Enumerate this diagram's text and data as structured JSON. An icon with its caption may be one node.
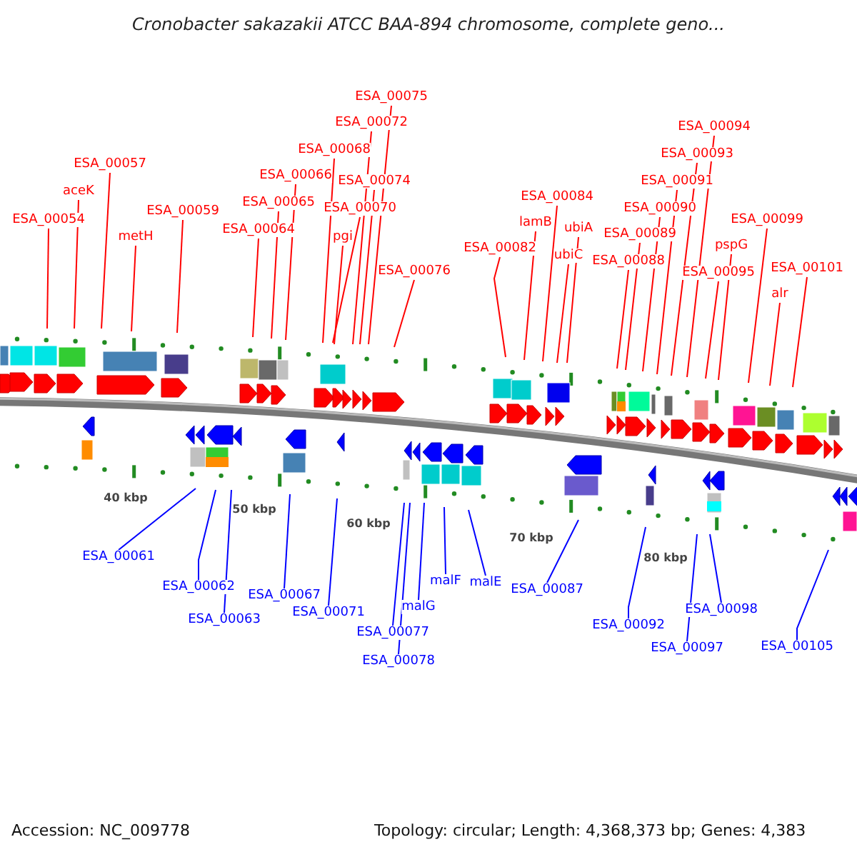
{
  "diagram": {
    "title": "Cronobacter sakazakii ATCC BAA-894 chromosome, complete geno...",
    "nodes": [
      {
        "text": [
          "ESA_00054"
        ]
      },
      {
        "text": [
          "aceK"
        ]
      },
      {
        "text": [
          "ESA_00057"
        ]
      },
      {
        "text": [
          "metH"
        ]
      },
      {
        "text": [
          "ESA_00059"
        ]
      },
      {
        "text": [
          "ESA_00064"
        ]
      },
      {
        "text": [
          "ESA_00065"
        ]
      },
      {
        "text": [
          "ESA_00066"
        ]
      },
      {
        "text": [
          "ESA_00068"
        ]
      },
      {
        "text": [
          "ESA_00070"
        ]
      },
      {
        "text": [
          "pgi"
        ]
      },
      {
        "text": [
          "ESA_00072"
        ]
      },
      {
        "text": [
          "ESA_00074"
        ]
      },
      {
        "text": [
          "ESA_00075"
        ]
      },
      {
        "text": [
          "ESA_00076"
        ]
      },
      {
        "text": [
          "ESA_00082"
        ]
      },
      {
        "text": [
          "lamB"
        ]
      },
      {
        "text": [
          "ESA_00084"
        ]
      },
      {
        "text": [
          "ubiC"
        ]
      },
      {
        "text": [
          "ubiA"
        ]
      },
      {
        "text": [
          "ESA_00088"
        ]
      },
      {
        "text": [
          "ESA_00089"
        ]
      },
      {
        "text": [
          "ESA_00090"
        ]
      },
      {
        "text": [
          "ESA_00091"
        ]
      },
      {
        "text": [
          "ESA_00093"
        ]
      },
      {
        "text": [
          "ESA_00094"
        ]
      },
      {
        "text": [
          "ESA_00095"
        ]
      },
      {
        "text": [
          "pspG"
        ]
      },
      {
        "text": [
          "ESA_00099"
        ]
      },
      {
        "text": [
          "alr"
        ]
      },
      {
        "text": [
          "ESA_00101"
        ]
      },
      {
        "text": [
          "ESA_00061"
        ]
      },
      {
        "text": [
          "ESA_00062"
        ]
      },
      {
        "text": [
          "ESA_00063"
        ]
      },
      {
        "text": [
          "ESA_00067"
        ]
      },
      {
        "text": [
          "ESA_00071"
        ]
      },
      {
        "text": [
          "ESA_00077"
        ]
      },
      {
        "text": [
          "ESA_00078"
        ]
      },
      {
        "text": [
          "malG"
        ]
      },
      {
        "text": [
          "malF"
        ]
      },
      {
        "text": [
          "malE"
        ]
      },
      {
        "text": [
          "ESA_00087"
        ]
      },
      {
        "text": [
          "ESA_00092"
        ]
      },
      {
        "text": [
          "ESA_00097"
        ]
      },
      {
        "text": [
          "ESA_00098"
        ]
      },
      {
        "text": [
          "ESA_00105"
        ]
      }
    ],
    "edges": [
      {
        "from": 0,
        "to": null,
        "arrow": "none"
      },
      {
        "from": 1,
        "to": null,
        "arrow": "none"
      },
      {
        "from": 2,
        "to": null,
        "arrow": "none"
      },
      {
        "from": 3,
        "to": null,
        "arrow": "none"
      },
      {
        "from": 4,
        "to": null,
        "arrow": "none"
      },
      {
        "from": 5,
        "to": null,
        "arrow": "none"
      },
      {
        "from": 6,
        "to": null,
        "arrow": "none"
      },
      {
        "from": 7,
        "to": null,
        "arrow": "none"
      },
      {
        "from": 8,
        "to": null,
        "arrow": "none"
      },
      {
        "from": 9,
        "to": null,
        "arrow": "none"
      },
      {
        "from": 10,
        "to": null,
        "arrow": "none"
      },
      {
        "from": 11,
        "to": null,
        "arrow": "none"
      },
      {
        "from": 12,
        "to": null,
        "arrow": "none"
      },
      {
        "from": 13,
        "to": null,
        "arrow": "none"
      },
      {
        "from": 14,
        "to": null,
        "arrow": "none"
      },
      {
        "from": 15,
        "to": null,
        "arrow": "none"
      },
      {
        "from": 16,
        "to": null,
        "arrow": "none"
      },
      {
        "from": 17,
        "to": null,
        "arrow": "none"
      },
      {
        "from": 18,
        "to": null,
        "arrow": "none"
      },
      {
        "from": 19,
        "to": null,
        "arrow": "none"
      },
      {
        "from": 20,
        "to": null,
        "arrow": "none"
      },
      {
        "from": 21,
        "to": null,
        "arrow": "none"
      },
      {
        "from": 22,
        "to": null,
        "arrow": "none"
      },
      {
        "from": 23,
        "to": null,
        "arrow": "none"
      },
      {
        "from": 24,
        "to": null,
        "arrow": "none"
      },
      {
        "from": 25,
        "to": null,
        "arrow": "none"
      },
      {
        "from": 26,
        "to": null,
        "arrow": "none"
      },
      {
        "from": 27,
        "to": null,
        "arrow": "none"
      },
      {
        "from": 28,
        "to": null,
        "arrow": "none"
      },
      {
        "from": 29,
        "to": null,
        "arrow": "none"
      },
      {
        "from": 30,
        "to": null,
        "arrow": "none"
      },
      {
        "from": 31,
        "to": null,
        "arrow": "none",
        "color": "#0000ff"
      },
      {
        "from": 32,
        "to": null,
        "arrow": "none",
        "color": "#0000ff"
      },
      {
        "from": 33,
        "to": null,
        "arrow": "none",
        "color": "#0000ff"
      },
      {
        "from": 34,
        "to": null,
        "arrow": "none",
        "color": "#0000ff"
      },
      {
        "from": 35,
        "to": null,
        "arrow": "none",
        "color": "#0000ff"
      },
      {
        "from": 36,
        "to": null,
        "arrow": "none",
        "color": "#0000ff"
      },
      {
        "from": 37,
        "to": null,
        "arrow": "none",
        "color": "#0000ff"
      },
      {
        "from": 38,
        "to": null,
        "arrow": "none",
        "color": "#0000ff"
      },
      {
        "from": 39,
        "to": null,
        "arrow": "none",
        "color": "#0000ff"
      },
      {
        "from": 40,
        "to": null,
        "arrow": "none",
        "color": "#0000ff"
      },
      {
        "from": 41,
        "to": null,
        "arrow": "none",
        "color": "#0000ff"
      },
      {
        "from": 42,
        "to": null,
        "arrow": "none",
        "color": "#0000ff"
      },
      {
        "from": 43,
        "to": null,
        "arrow": "none",
        "color": "#0000ff"
      },
      {
        "from": 44,
        "to": null,
        "arrow": "none",
        "color": "#0000ff"
      },
      {
        "from": 45,
        "to": null,
        "arrow": "none",
        "color": "#0000ff"
      }
    ],
    "labels": [
      "40 kbp",
      "50 kbp",
      "60 kbp",
      "70 kbp",
      "80 kbp",
      "Accession: NC_009778",
      "Topology: circular; Length: 4,368,373 bp; Genes: 4,383"
    ]
  }
}
